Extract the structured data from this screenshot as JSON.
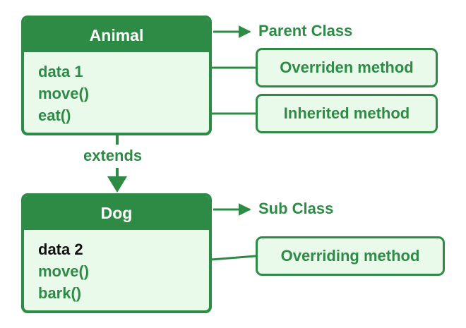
{
  "colors": {
    "accent": "#2e8b46",
    "fill": "#e9faea",
    "text_dark": "#111111"
  },
  "parent": {
    "title": "Animal",
    "members": [
      "data 1",
      "move()",
      "eat()"
    ]
  },
  "child": {
    "title": "Dog",
    "members": [
      "data 2",
      "move()",
      "bark()"
    ]
  },
  "relation": {
    "label": "extends"
  },
  "tags": {
    "parent": "Parent Class",
    "child": "Sub Class"
  },
  "callouts": {
    "overriden": "Overriden method",
    "inherited": "Inherited method",
    "overriding": "Overriding method"
  }
}
